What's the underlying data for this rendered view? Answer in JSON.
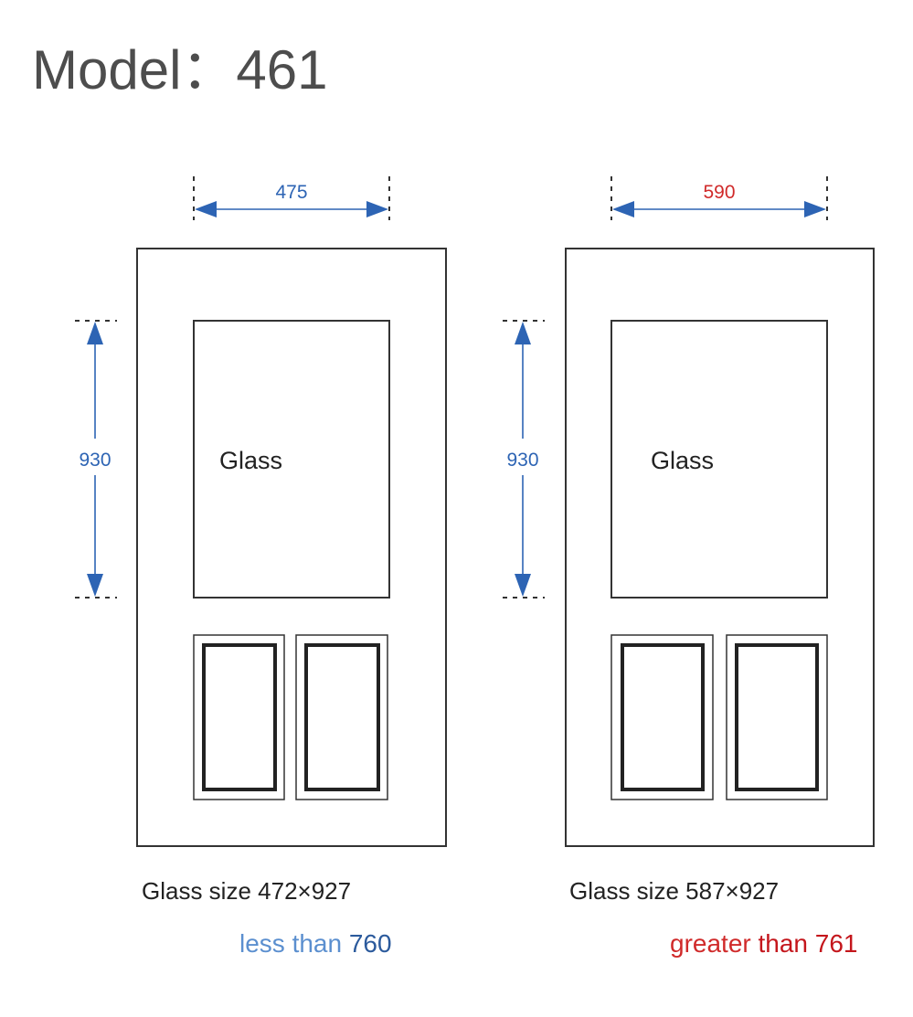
{
  "title": "Model：461",
  "colors": {
    "blue": "#2d64b4",
    "blue_light": "#5b8fcf",
    "blue_dark": "#2b5a9c",
    "red": "#d02a2a",
    "red_dark": "#c4161c",
    "title": "#4d4d4d"
  },
  "doors": [
    {
      "width_label": "475",
      "height_label": "930",
      "glass_label": "Glass",
      "glass_size": "Glass size 472×927",
      "note_prefix": "less than ",
      "note_value": "760"
    },
    {
      "width_label": "590",
      "height_label": "930",
      "glass_label": "Glass",
      "glass_size": "Glass size 587×927",
      "note_prefix": "greater ",
      "note_value": "than 761"
    }
  ]
}
